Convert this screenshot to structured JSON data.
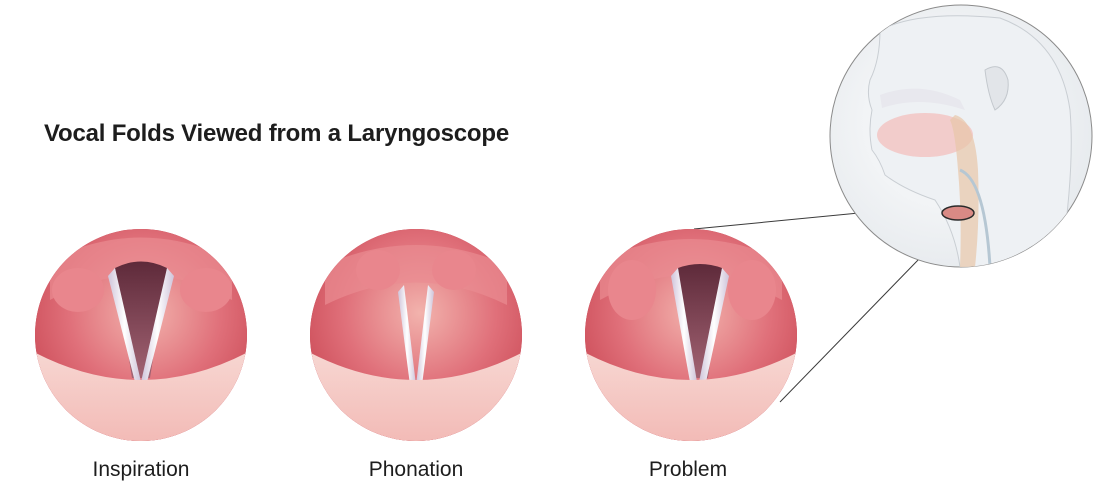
{
  "title": "Vocal Folds Viewed from a Laryngoscope",
  "panels": [
    {
      "label": "Inspiration",
      "state": "open"
    },
    {
      "label": "Phonation",
      "state": "closed"
    },
    {
      "label": "Problem",
      "state": "partially-open"
    }
  ],
  "inset": {
    "subject": "head-and-neck-cross-section"
  },
  "colors": {
    "tissue": "#d9575f",
    "tissue_light": "#f4c7c1",
    "fold": "#f3eef5",
    "airway": "#7b3e4e",
    "connector": "#3a3a3a"
  }
}
